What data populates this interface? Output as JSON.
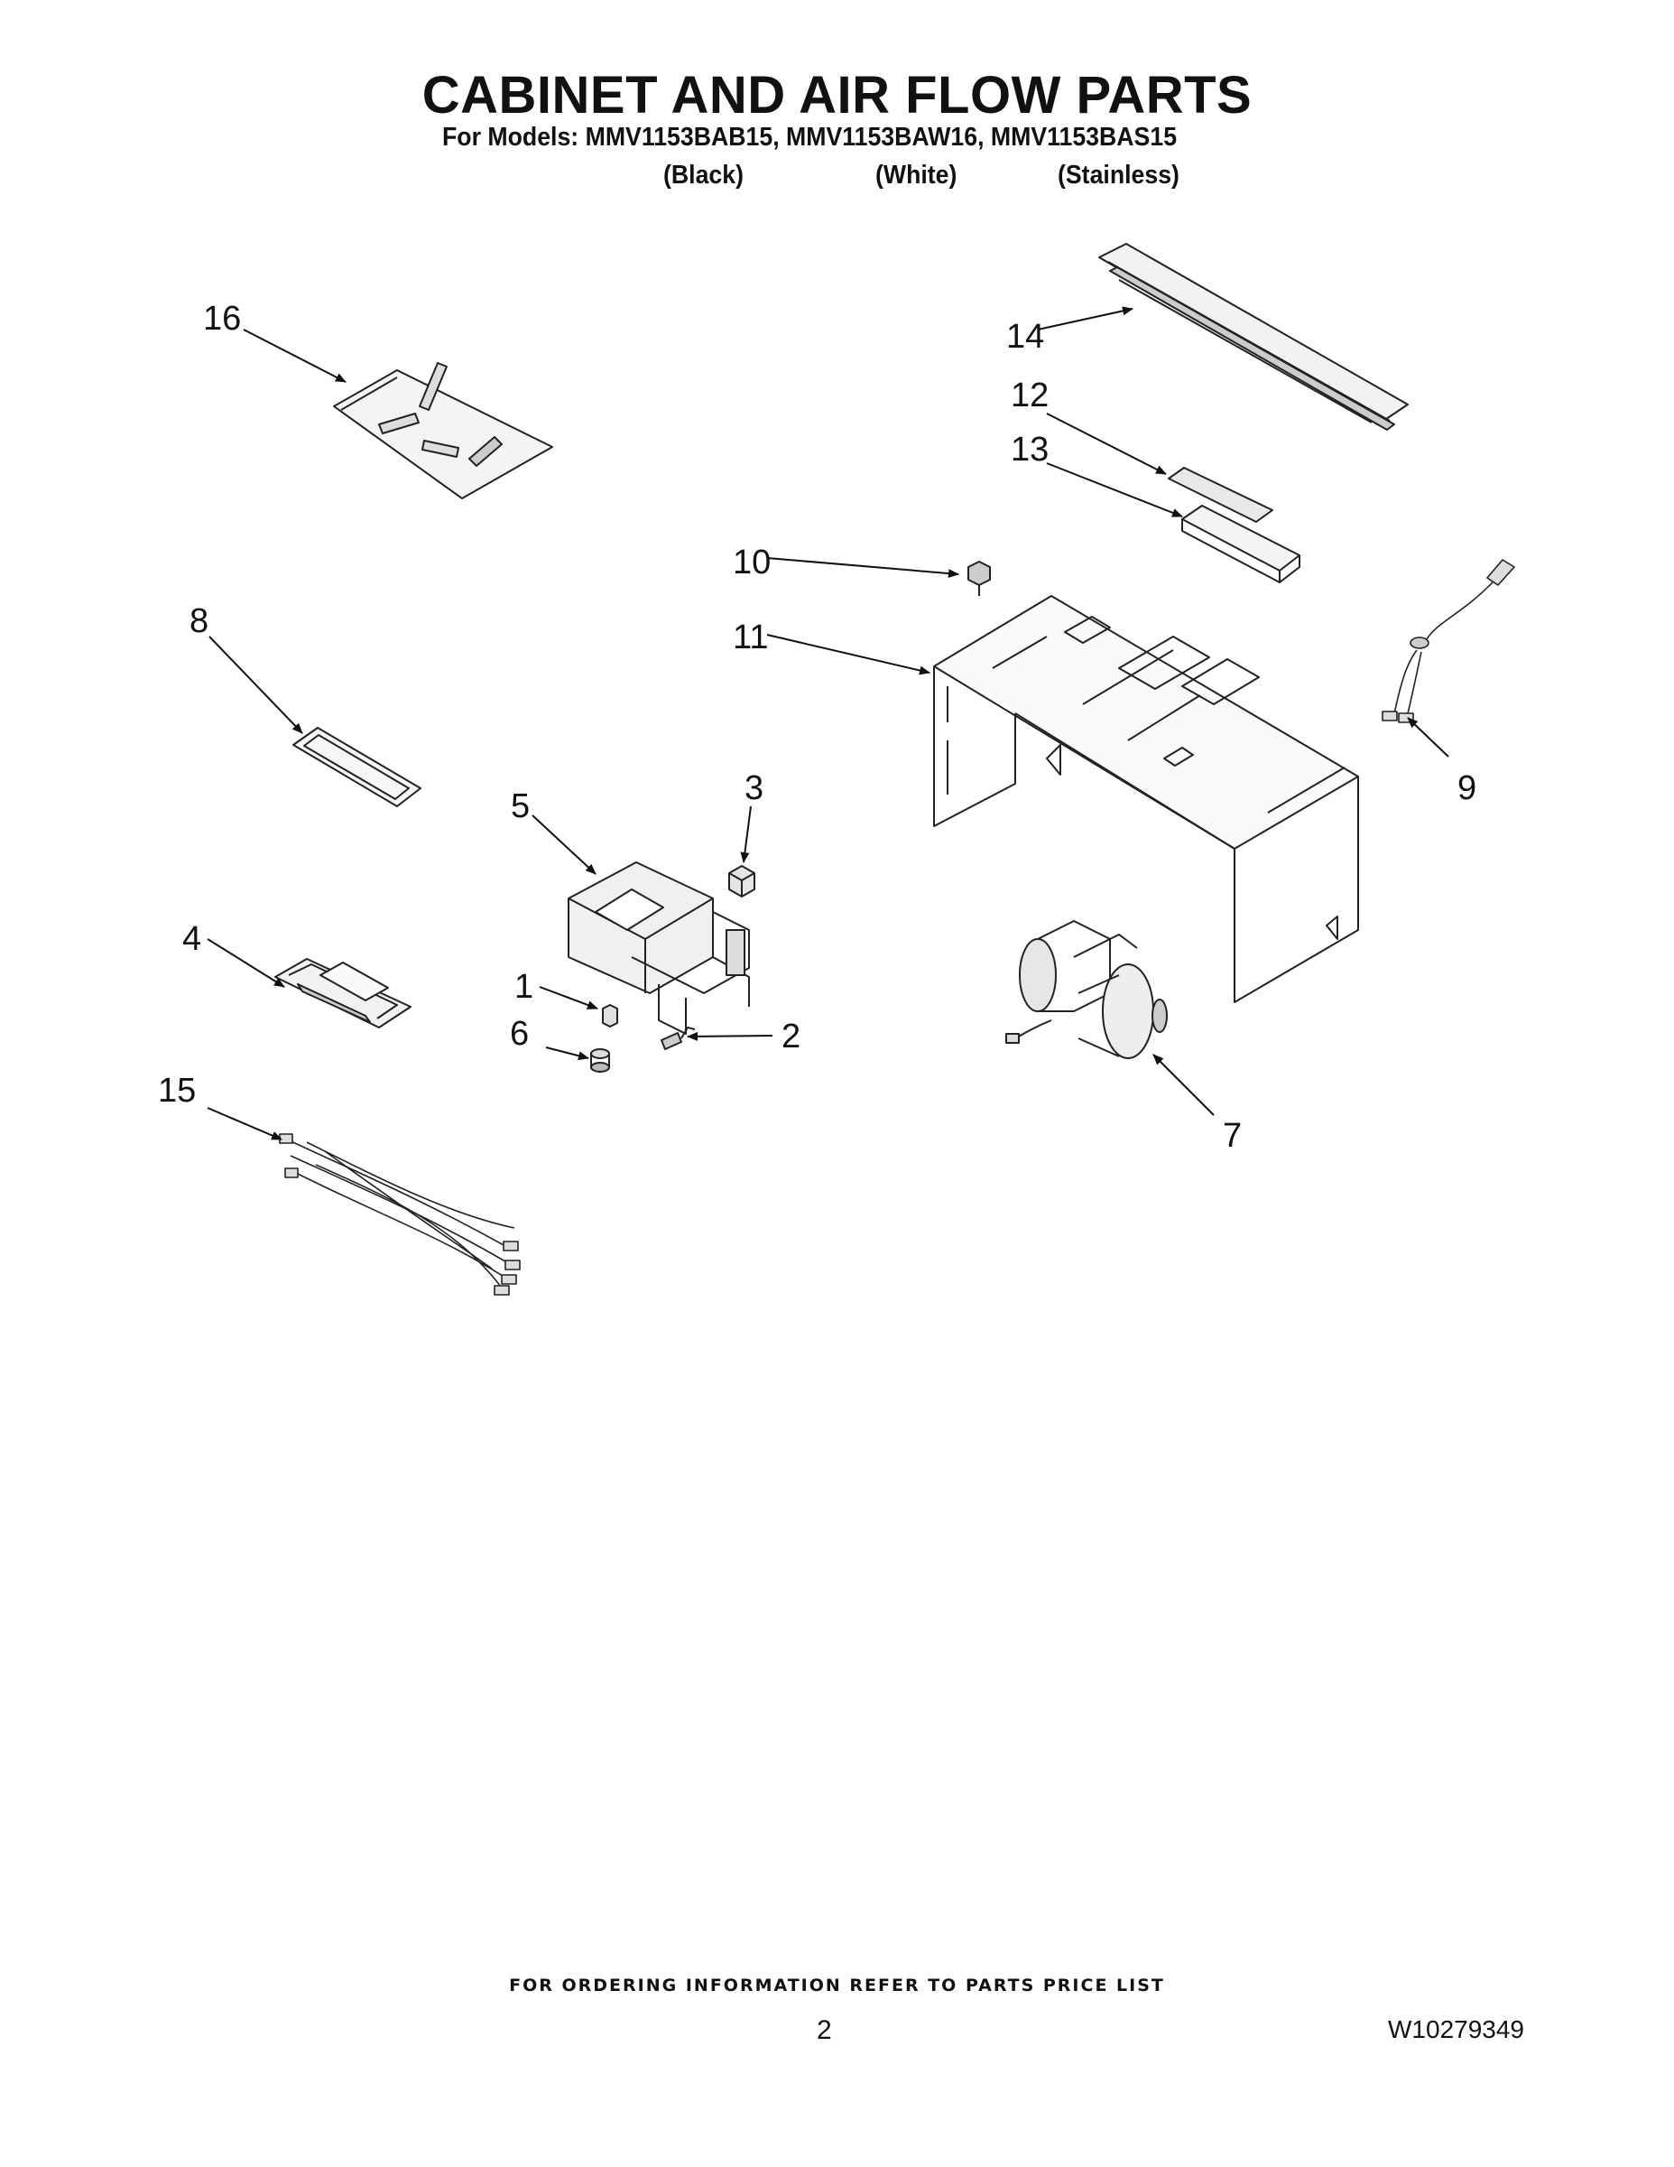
{
  "header": {
    "title": "CABINET AND AIR FLOW PARTS",
    "models_line": "For Models: MMV1153BAB15, MMV1153BAW16, MMV1153BAS15",
    "variants": [
      "(Black)",
      "(White)",
      "(Stainless)"
    ]
  },
  "callouts": {
    "c1": "1",
    "c2": "2",
    "c3": "3",
    "c4": "4",
    "c5": "5",
    "c6": "6",
    "c7": "7",
    "c8": "8",
    "c9": "9",
    "c10": "10",
    "c11": "11",
    "c12": "12",
    "c13": "13",
    "c14": "14",
    "c15": "15",
    "c16": "16"
  },
  "footer": {
    "ordering_note": "FOR ORDERING INFORMATION REFER TO PARTS PRICE LIST",
    "page_number": "2",
    "document_number": "W10279349"
  }
}
